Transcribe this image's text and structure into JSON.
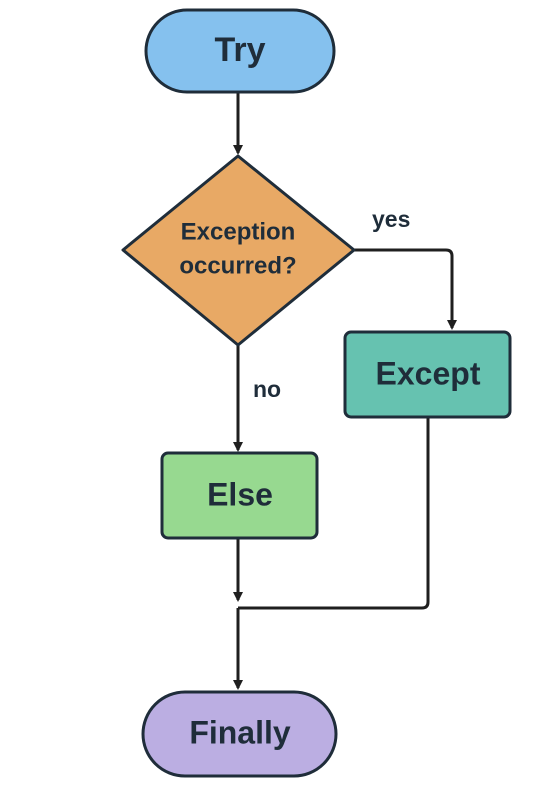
{
  "nodes": {
    "try": {
      "label": "Try",
      "shape": "terminal",
      "color": "#85c1ee"
    },
    "decision": {
      "line1": "Exception",
      "line2": "occurred?",
      "shape": "diamond",
      "color": "#e8a965"
    },
    "except": {
      "label": "Except",
      "shape": "process",
      "color": "#66c2b0"
    },
    "else": {
      "label": "Else",
      "shape": "process",
      "color": "#97d990"
    },
    "finally": {
      "label": "Finally",
      "shape": "terminal",
      "color": "#bbaee2"
    }
  },
  "edges": {
    "yes_label": "yes",
    "no_label": "no"
  },
  "colors": {
    "outline": "#1f2d3a",
    "arrow": "#1f1f1f"
  }
}
